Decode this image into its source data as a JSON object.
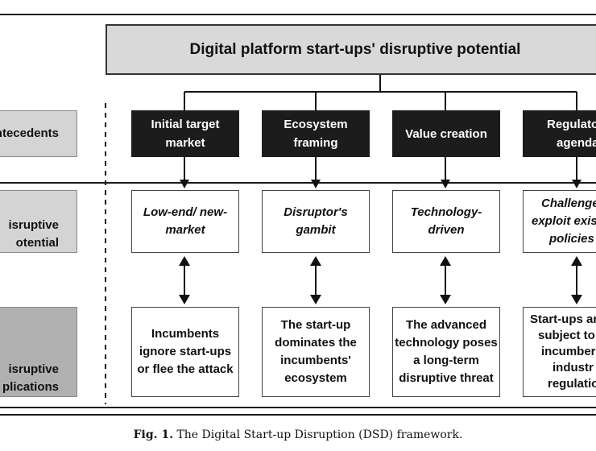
{
  "title": "Digital platform start-ups' disruptive potential",
  "row_labels": {
    "antecedents": "ntecedents",
    "potential_line1": "isruptive",
    "potential_line2": "otential",
    "implications_line1": "isruptive",
    "implications_line2": "plications"
  },
  "antecedents": [
    {
      "line1": "Initial target",
      "line2": "market"
    },
    {
      "line1": "Ecosystem",
      "line2": "framing"
    },
    {
      "line1": "Value creation",
      "line2": ""
    },
    {
      "line1": "Regulato",
      "line2": "agenda"
    }
  ],
  "potentials": [
    {
      "line1": "Low-end/ new-",
      "line2": "market",
      "line3": ""
    },
    {
      "line1": "Disruptor's",
      "line2": "gambit",
      "line3": ""
    },
    {
      "line1": "Technology-",
      "line2": "driven",
      "line3": ""
    },
    {
      "line1": "Challenge",
      "line2": "exploit exis",
      "line3": "policies"
    }
  ],
  "implications": [
    {
      "lines": [
        "Incumbents",
        "ignore start-ups",
        "or flee the attack"
      ]
    },
    {
      "lines": [
        "The start-up",
        "dominates the",
        "incumbents'",
        "ecosystem"
      ]
    },
    {
      "lines": [
        "The advanced",
        "technology poses",
        "a long-term",
        "disruptive threat"
      ]
    },
    {
      "lines": [
        "Start-ups ar",
        "subject to",
        "incumber",
        "industr",
        "regulatio"
      ]
    }
  ],
  "caption": {
    "label": "Fig. 1.",
    "text": "The Digital Start-up Disruption (DSD) framework."
  }
}
